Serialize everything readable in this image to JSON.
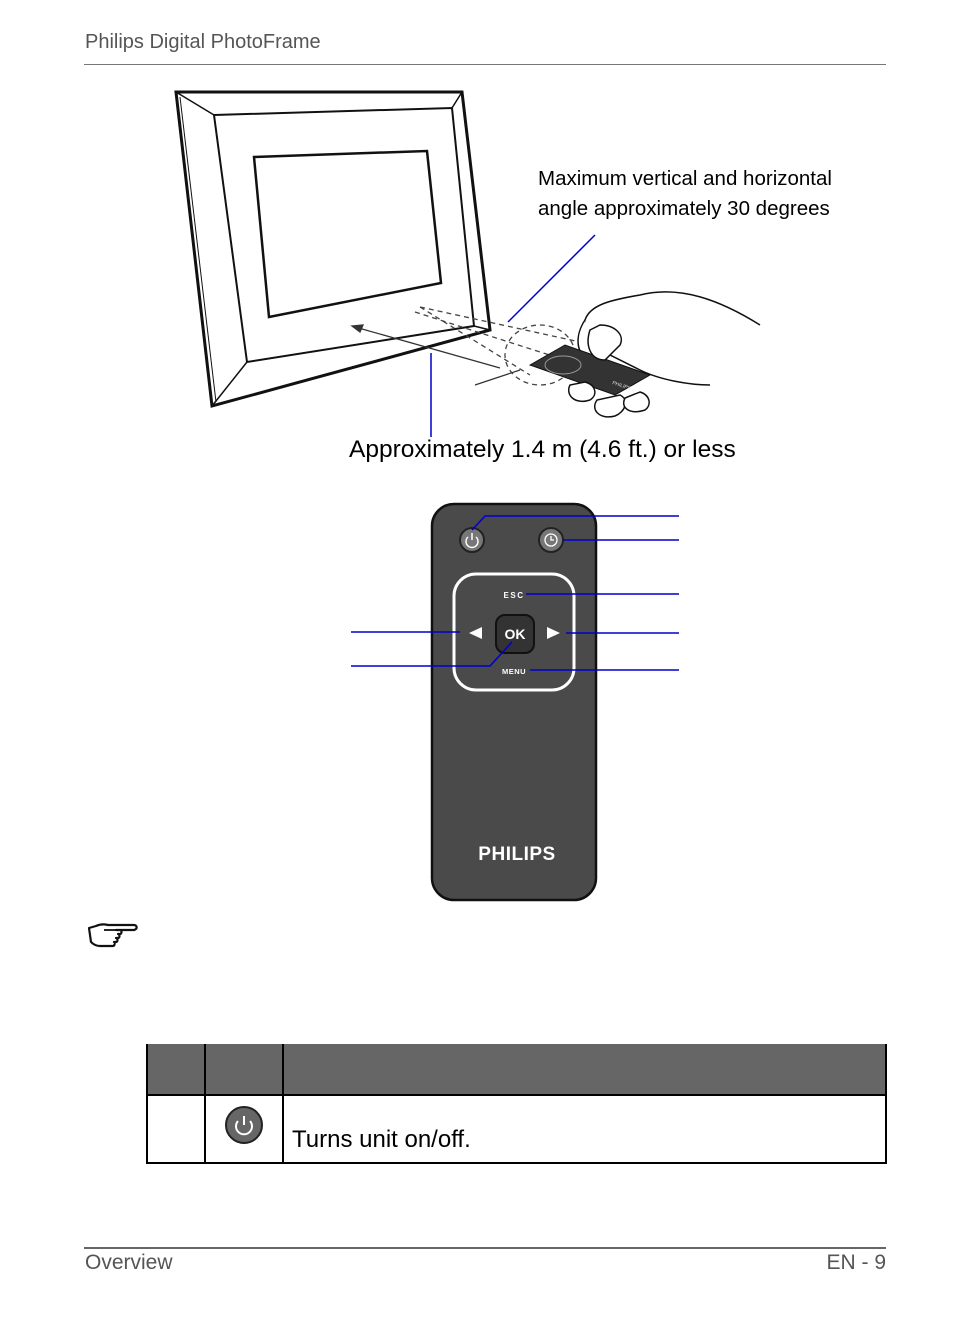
{
  "header": {
    "title": "Philips Digital PhotoFrame"
  },
  "figure_top": {
    "callout_line1": "Maximum vertical and horizontal",
    "callout_line2": "angle approximately 30 degrees",
    "distance_label": "Approximately 1.4 m (4.6 ft.) or less",
    "remote_brand": "PHILIPS"
  },
  "remote": {
    "brand": "PHILIPS",
    "esc_label": "ESC",
    "ok_label": "OK",
    "menu_label": "MENU",
    "body_color": "#4a4a4a"
  },
  "note": {
    "icon": "pointing-hand-icon"
  },
  "table": {
    "header_color": "#666666",
    "rows": [
      {
        "icon": "power-icon",
        "description": "Turns unit on/off."
      }
    ]
  },
  "footer": {
    "section": "Overview",
    "page": "EN - 9"
  }
}
